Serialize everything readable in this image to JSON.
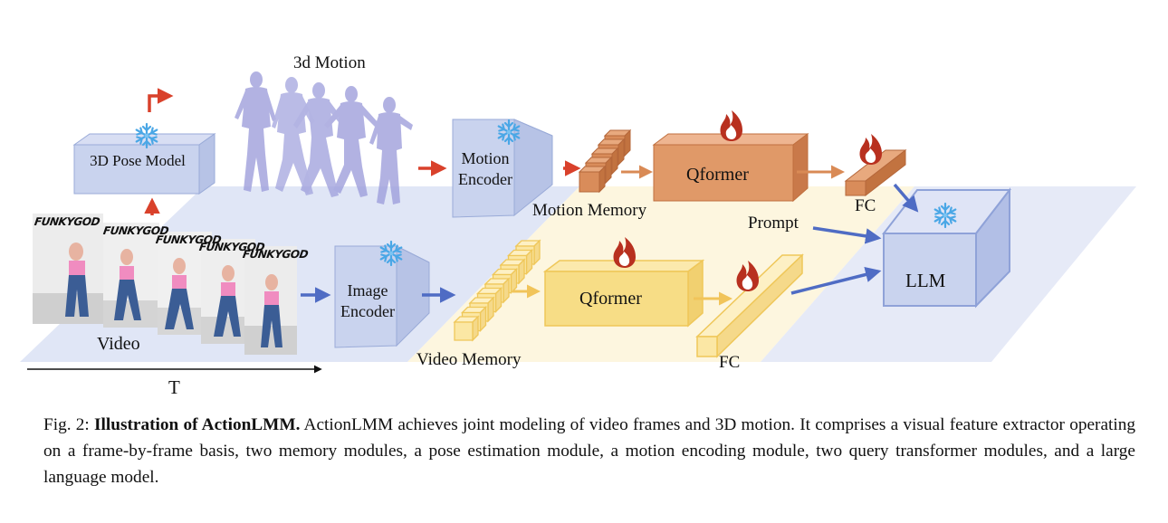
{
  "figure": {
    "labels": {
      "motion_3d": "3d Motion",
      "pose_model": "3D Pose Model",
      "motion_encoder": "Motion Encoder",
      "motion_memory": "Motion Memory",
      "qformer_top": "Qformer",
      "fc_top": "FC",
      "prompt": "Prompt",
      "llm": "LLM",
      "image_encoder": "Image Encoder",
      "video_memory": "Video Memory",
      "qformer_bottom": "Qformer",
      "fc_bottom": "FC",
      "video": "Video",
      "time_axis": "T",
      "frame_banner": "FUNKYGOD"
    },
    "colors": {
      "frozen_blue": "#c9d3ee",
      "trainable_orange": "#d98c5a",
      "trainable_yellow": "#f7dd86",
      "arrow_red": "#d9412b",
      "arrow_blue": "#4f6cc4"
    },
    "icons": {
      "frozen": "snowflake-icon",
      "trainable": "flame-icon"
    }
  },
  "caption": {
    "prefix": "Fig. 2: ",
    "title": "Illustration of ActionLMM.",
    "body": " ActionLMM achieves joint modeling of video frames and 3D motion. It comprises a visual feature extractor operating on a frame-by-frame basis, two memory modules, a pose estimation module, a motion encoding module, two query transformer modules, and a large language model."
  }
}
